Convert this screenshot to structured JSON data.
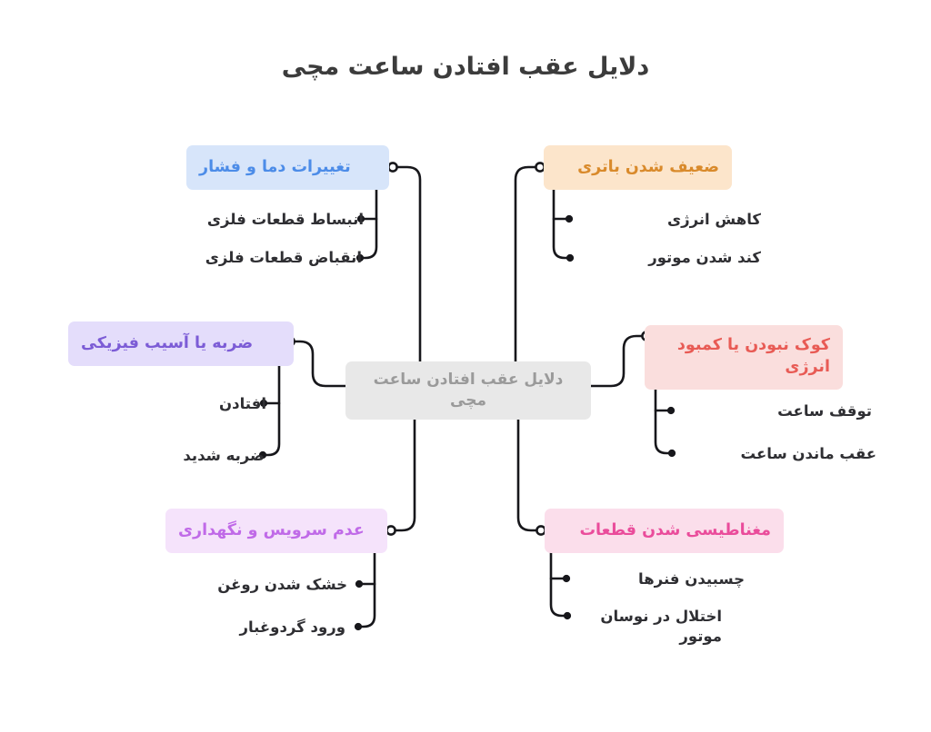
{
  "title": "دلایل عقب افتادن ساعت مچی",
  "center": {
    "label": "دلایل عقب افتادن ساعت مچی",
    "bg": "#e8e8e8",
    "color": "#9a9a9a"
  },
  "branches": [
    {
      "id": "temperature-pressure",
      "label": "تغییرات دما و فشار",
      "bg": "#d7e5fa",
      "color": "#4c8ce8",
      "side": "left",
      "children": [
        {
          "label": "انبساط قطعات فلزی"
        },
        {
          "label": "انقباض قطعات فلزی"
        }
      ]
    },
    {
      "id": "weak-battery",
      "label": "ضعیف شدن باتری",
      "bg": "#fce5cb",
      "color": "#d98a2b",
      "side": "right",
      "children": [
        {
          "label": "کاهش انرژی"
        },
        {
          "label": "کند شدن موتور"
        }
      ]
    },
    {
      "id": "physical-damage",
      "label": "ضربه یا آسیب فیزیکی",
      "bg": "#e4ddfb",
      "color": "#7c5cd6",
      "side": "left",
      "children": [
        {
          "label": "افتادن"
        },
        {
          "label": "ضربه شدید"
        }
      ]
    },
    {
      "id": "low-winding-energy",
      "label": "کوک نبودن یا کمبود انرژی",
      "bg": "#fadedd",
      "color": "#e85b55",
      "side": "right",
      "children": [
        {
          "label": "توقف ساعت"
        },
        {
          "label": "عقب ماندن ساعت"
        }
      ]
    },
    {
      "id": "no-maintenance",
      "label": "عدم سرویس و نگهداری",
      "bg": "#f5e3fb",
      "color": "#c06ae8",
      "side": "left",
      "children": [
        {
          "label": "خشک شدن روغن"
        },
        {
          "label": "ورود گردوغبار"
        }
      ]
    },
    {
      "id": "magnetized-parts",
      "label": "مغناطیسی شدن قطعات",
      "bg": "#fbdeeb",
      "color": "#ea4c9b",
      "side": "right",
      "children": [
        {
          "label": "چسبیدن فنرها"
        },
        {
          "label": "اختلال در نوسان موتور"
        }
      ]
    }
  ],
  "colors": {
    "background": "#ffffff",
    "connector": "#17171b",
    "subitem_text": "#2f2f33",
    "title_text": "#3c3c3c"
  }
}
